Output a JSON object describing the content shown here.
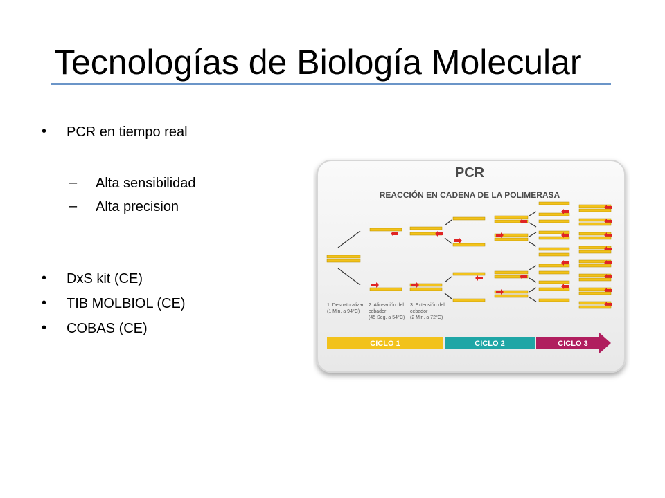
{
  "slide": {
    "title": "Tecnologías de Biología Molecular",
    "bullets": [
      {
        "level": 1,
        "text": "PCR en tiempo real"
      },
      {
        "level": 2,
        "text": "Alta sensibilidad"
      },
      {
        "level": 2,
        "text": "Alta precision"
      },
      {
        "level": 1,
        "text": "DxS kit (CE)"
      },
      {
        "level": 1,
        "text": "TIB MOLBIOL (CE)"
      },
      {
        "level": 1,
        "text": "COBAS (CE)"
      }
    ],
    "bullet_symbol": "•",
    "sub_bullet_symbol": "–"
  },
  "figure": {
    "heading": "PCR",
    "subheading": "REACCIÓN EN CADENA DE LA POLIMERASA",
    "steps": [
      {
        "line1": "1. Desnaturalizar",
        "line2": "(1 Min. a 94°C)",
        "line3": ""
      },
      {
        "line1": "2. Alineación del",
        "line2": "cebador",
        "line3": "(45 Seg. a 54°C)"
      },
      {
        "line1": "3. Extensión del",
        "line2": "cebador",
        "line3": "(2 Min. a 72°C)"
      }
    ],
    "cycles": [
      {
        "label": "CICLO 1",
        "color": "#f2c21b"
      },
      {
        "label": "CICLO 2",
        "color": "#1fa6a6"
      },
      {
        "label": "CICLO 3",
        "color": "#b01e5e"
      }
    ],
    "strand_color": "#f2c21b",
    "primer_color": "#e02424"
  }
}
